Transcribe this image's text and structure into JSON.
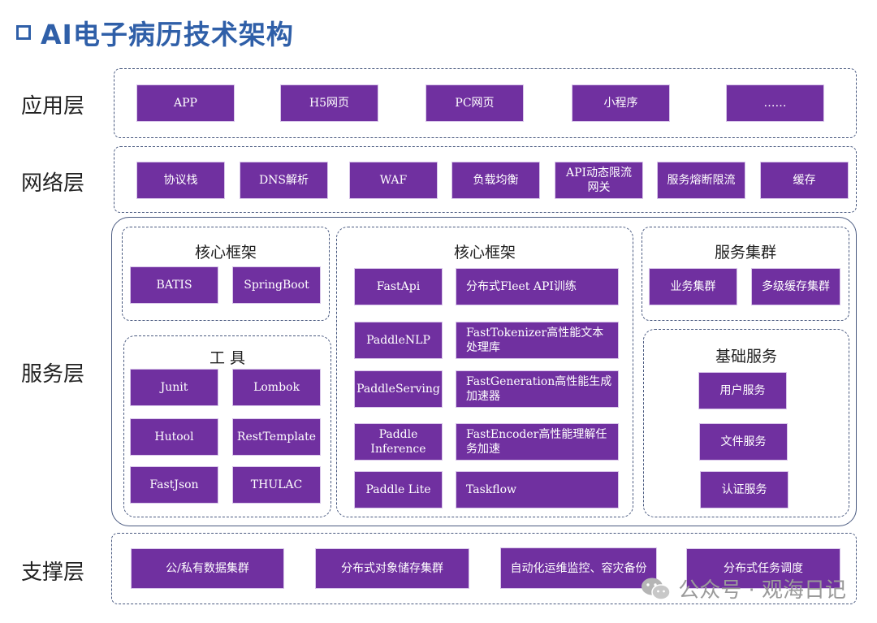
{
  "title": "AI电子病历技术架构",
  "layers": {
    "app": {
      "label": "应用层",
      "items": [
        "APP",
        "H5网页",
        "PC网页",
        "小程序",
        "……"
      ]
    },
    "network": {
      "label": "网络层",
      "items": [
        "协议栈",
        "DNS解析",
        "WAF",
        "负载均衡",
        "API动态限流网关",
        "服务熔断限流",
        "缓存"
      ]
    },
    "service": {
      "label": "服务层",
      "core_left": {
        "title": "核心框架",
        "items": [
          "BATIS",
          "SpringBoot"
        ]
      },
      "tools": {
        "title": "工 具",
        "items": [
          "Junit",
          "Lombok",
          "Hutool",
          "RestTemplate",
          "FastJson",
          "THULAC"
        ]
      },
      "core_mid": {
        "title": "核心框架",
        "left_items": [
          "FastApi",
          "PaddleNLP",
          "PaddleServing",
          "Paddle Inference",
          "Paddle Lite"
        ],
        "right_items": [
          "分布式Fleet API训练",
          "FastTokenizer高性能文本处理库",
          "FastGeneration高性能生成加速器",
          "FastEncoder高性能理解任务加速",
          "Taskflow"
        ]
      },
      "cluster": {
        "title": "服务集群",
        "items": [
          "业务集群",
          "多级缓存集群"
        ]
      },
      "basic": {
        "title": "基础服务",
        "items": [
          "用户服务",
          "文件服务",
          "认证服务"
        ]
      }
    },
    "support": {
      "label": "支撑层",
      "items": [
        "公/私有数据集群",
        "分布式对象储存集群",
        "自动化运维监控、容灾备份",
        "分布式任务调度"
      ]
    }
  },
  "watermark": "公众号 · 观海日记"
}
